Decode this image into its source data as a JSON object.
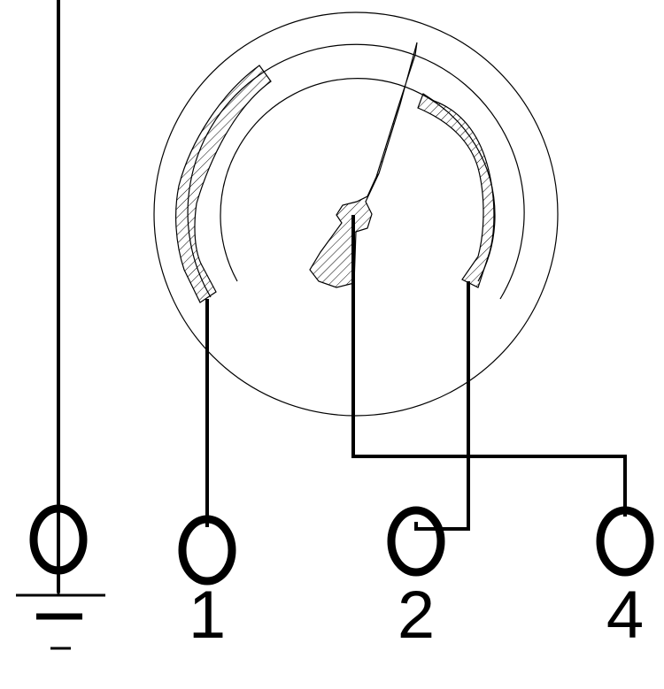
{
  "diagram": {
    "type": "potentiometer-wiring-schematic",
    "colors": {
      "line": "#000000",
      "background": "#ffffff"
    },
    "terminals": [
      {
        "id": "ground",
        "label": "",
        "symbol": "ground-symbol"
      },
      {
        "id": "t1",
        "label": "1"
      },
      {
        "id": "t2",
        "label": "2"
      },
      {
        "id": "t4",
        "label": "4"
      }
    ]
  }
}
